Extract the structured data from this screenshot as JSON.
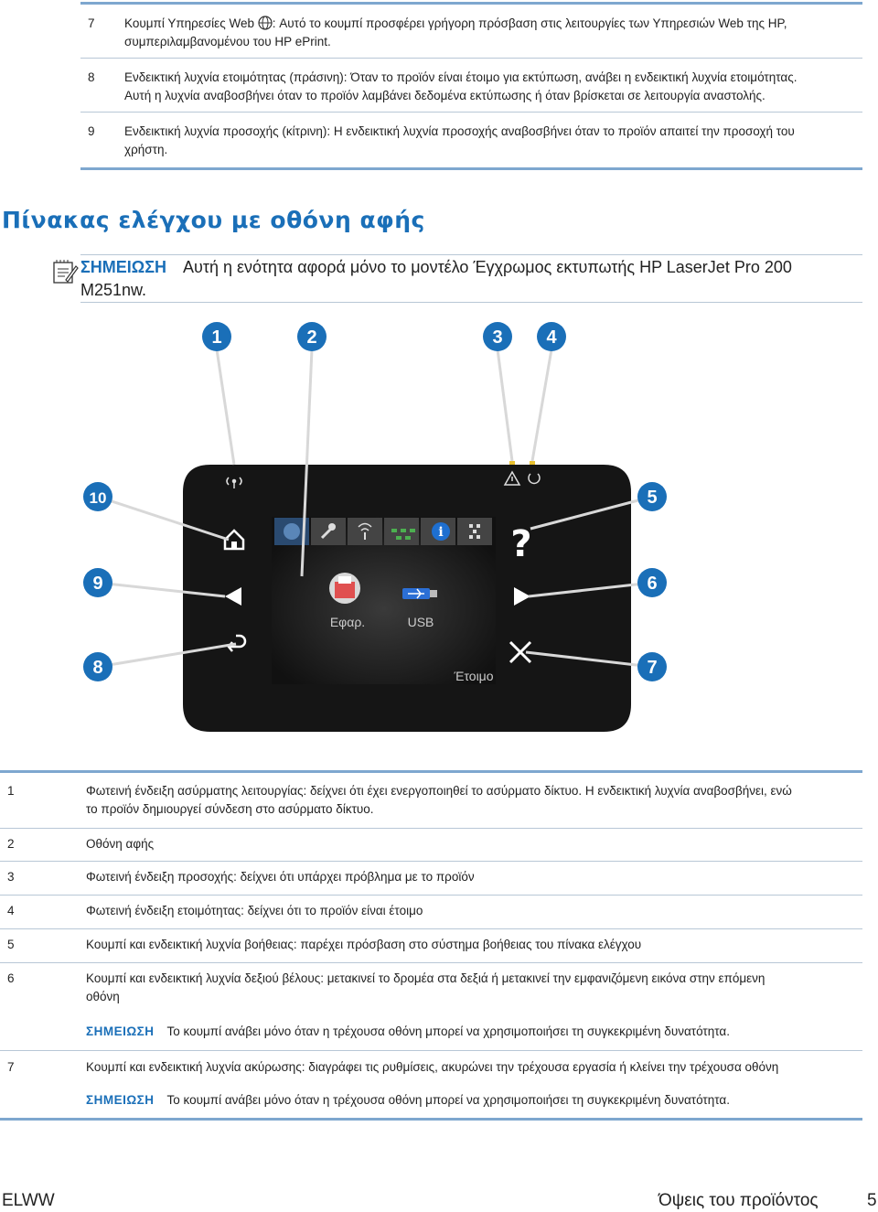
{
  "top_items": [
    {
      "num": "7",
      "line1": "Κουμπί Υπηρεσίες Web",
      "line1b": ": Αυτό το κουμπί προσφέρει γρήγορη πρόσβαση στις λειτουργίες των Υπηρεσιών Web της HP,",
      "line2": "συμπεριλαμβανομένου του HP ePrint."
    },
    {
      "num": "8",
      "line1": "Ενδεικτική λυχνία ετοιμότητας (πράσινη): Όταν το προϊόν είναι έτοιμο για εκτύπωση, ανάβει η ενδεικτική λυχνία ετοιμότητας.",
      "line2": "Αυτή η λυχνία αναβοσβήνει όταν το προϊόν λαμβάνει δεδομένα εκτύπωσης ή όταν βρίσκεται σε λειτουργία αναστολής."
    },
    {
      "num": "9",
      "line1": "Ενδεικτική λυχνία προσοχής (κίτρινη): Η ενδεικτική λυχνία προσοχής αναβοσβήνει όταν το προϊόν απαιτεί την προσοχή του",
      "line2": "χρήστη."
    }
  ],
  "section_title": "Πίνακας ελέγχου με οθόνη αφής",
  "note": {
    "label": "ΣΗΜΕΙΩΣΗ",
    "text": "Αυτή η ενότητα αφορά μόνο το μοντέλο Έγχρωμος εκτυπωτής HP LaserJet Pro 200",
    "text2": "M251nw."
  },
  "diagram": {
    "callouts": [
      "1",
      "2",
      "3",
      "4",
      "5",
      "6",
      "7",
      "8",
      "9",
      "10"
    ],
    "screen_labels": {
      "apps": "Εφαρ.",
      "usb": "USB",
      "ready": "Έτοιμο"
    },
    "accent": "#1a6fb8"
  },
  "bottom_items": [
    {
      "num": "1",
      "line1": "Φωτεινή ένδειξη ασύρματης λειτουργίας: δείχνει ότι έχει ενεργοποιηθεί το ασύρματο δίκτυο. Η ενδεικτική λυχνία αναβοσβήνει, ενώ",
      "line2": "το προϊόν δημιουργεί σύνδεση στο ασύρματο δίκτυο."
    },
    {
      "num": "2",
      "line1": "Οθόνη αφής"
    },
    {
      "num": "3",
      "line1": "Φωτεινή ένδειξη προσοχής: δείχνει ότι υπάρχει πρόβλημα με το προϊόν"
    },
    {
      "num": "4",
      "line1": "Φωτεινή ένδειξη ετοιμότητας: δείχνει ότι το προϊόν είναι έτοιμο"
    },
    {
      "num": "5",
      "line1": "Κουμπί και ενδεικτική λυχνία βοήθειας: παρέχει πρόσβαση στο σύστημα βοήθειας του πίνακα ελέγχου"
    },
    {
      "num": "6",
      "line1": "Κουμπί και ενδεικτική λυχνία δεξιού βέλους: μετακινεί το δρομέα στα δεξιά ή μετακινεί την εμφανιζόμενη εικόνα στην επόμενη",
      "line2": "οθόνη"
    },
    {
      "num": "7",
      "line1": "Κουμπί και ενδεικτική λυχνία ακύρωσης: διαγράφει τις ρυθμίσεις, ακυρώνει την τρέχουσα εργασία ή κλείνει την τρέχουσα οθόνη"
    }
  ],
  "subnote_label": "ΣΗΜΕΙΩΣΗ",
  "subnote_text": "Το κουμπί ανάβει μόνο όταν η τρέχουσα οθόνη μπορεί να χρησιμοποιήσει τη συγκεκριμένη δυνατότητα.",
  "footer": {
    "left": "ELWW",
    "title": "Όψεις του προϊόντος",
    "page": "5"
  }
}
